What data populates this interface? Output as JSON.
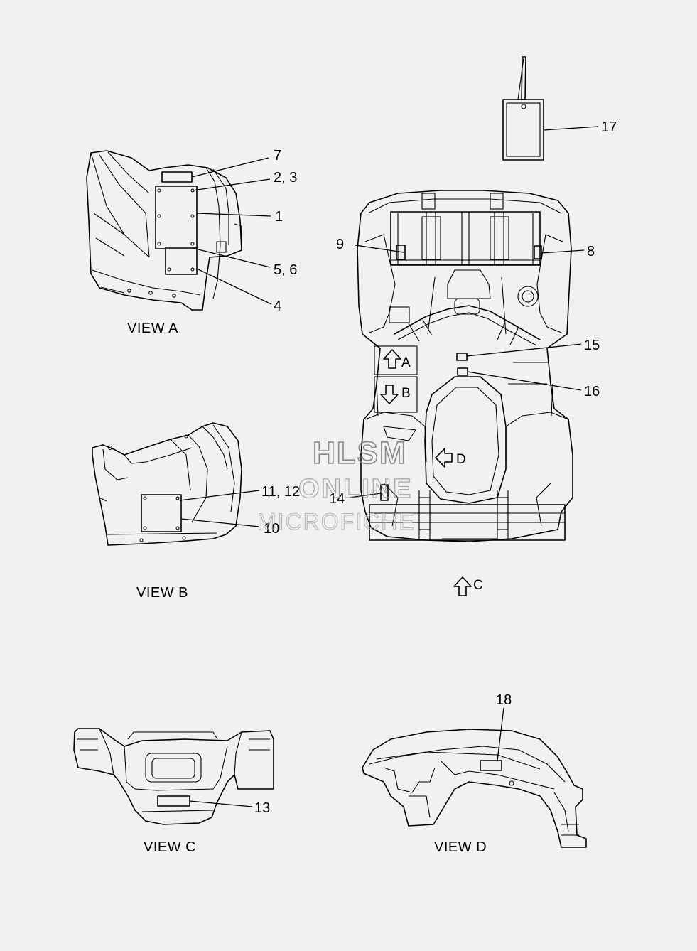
{
  "callouts": {
    "c1": "1",
    "c2_3": "2, 3",
    "c4": "4",
    "c5_6": "5, 6",
    "c7": "7",
    "c8": "8",
    "c9": "9",
    "c10": "10",
    "c11_12": "11, 12",
    "c13": "13",
    "c14": "14",
    "c15": "15",
    "c16": "16",
    "c17": "17",
    "c18": "18"
  },
  "views": {
    "a": "VIEW A",
    "b": "VIEW B",
    "c": "VIEW C",
    "d": "VIEW D"
  },
  "arrows": {
    "a": "A",
    "b": "B",
    "c": "C",
    "d": "D"
  },
  "watermark": {
    "line1": "HLSM",
    "line2": "ONLINE",
    "line3": "MICROFICHE"
  }
}
